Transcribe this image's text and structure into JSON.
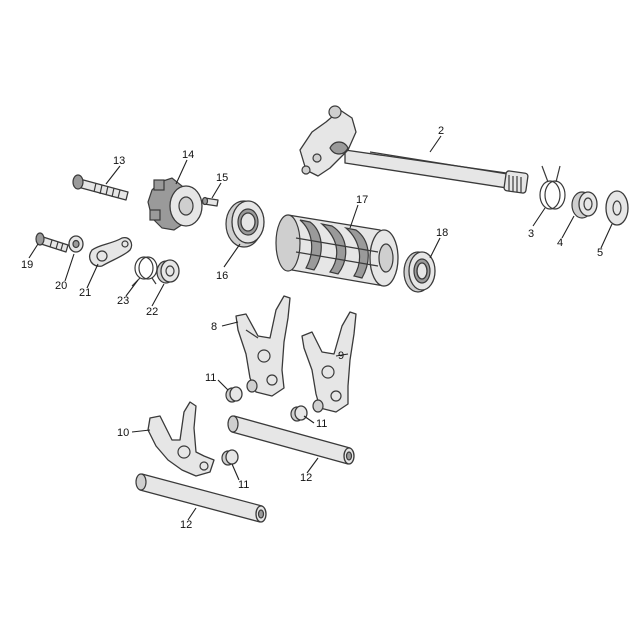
{
  "labels": {
    "p1": "2",
    "p2": "3",
    "p3": "4",
    "p4": "5",
    "p5": "13",
    "p6": "14",
    "p7": "15",
    "p8": "17",
    "p9": "18",
    "p10": "16",
    "p11": "19",
    "p12": "20",
    "p13": "21",
    "p14": "23",
    "p15": "22",
    "p16": "8",
    "p17": "9",
    "p18": "11",
    "p19": "11",
    "p20": "10",
    "p21": "11",
    "p22": "12",
    "p23": "12"
  },
  "colors": {
    "stroke": "#3a3a3a",
    "fill_light": "#e6e6e6",
    "fill_dark": "#9a9a9a"
  }
}
